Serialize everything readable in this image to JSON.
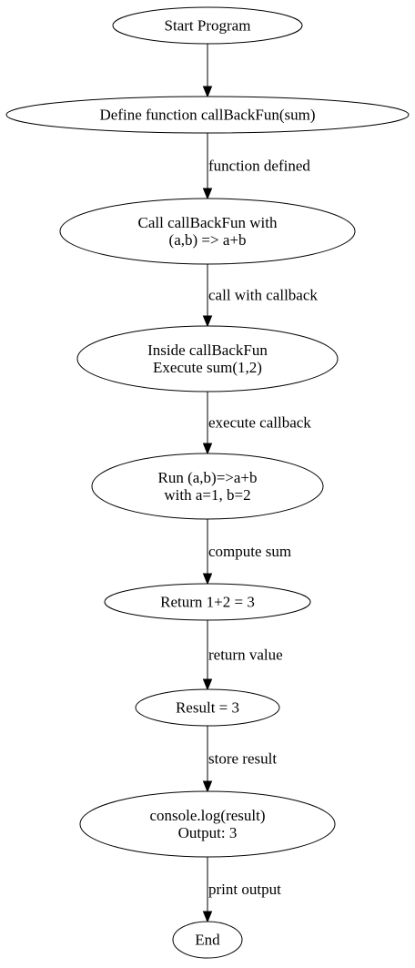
{
  "diagram": {
    "nodes": [
      {
        "id": "start",
        "lines": [
          "Start Program"
        ]
      },
      {
        "id": "define",
        "lines": [
          "Define function callBackFun(sum)"
        ]
      },
      {
        "id": "call",
        "lines": [
          "Call callBackFun with",
          "(a,b) => a+b"
        ]
      },
      {
        "id": "inside",
        "lines": [
          "Inside callBackFun",
          "Execute sum(1,2)"
        ]
      },
      {
        "id": "run",
        "lines": [
          "Run (a,b)=>a+b",
          "with a=1, b=2"
        ]
      },
      {
        "id": "return",
        "lines": [
          "Return 1+2 = 3"
        ]
      },
      {
        "id": "result",
        "lines": [
          "Result = 3"
        ]
      },
      {
        "id": "console",
        "lines": [
          "console.log(result)",
          "Output: 3"
        ]
      },
      {
        "id": "end",
        "lines": [
          "End"
        ]
      }
    ],
    "edges": [
      {
        "from": "start",
        "to": "define",
        "label": ""
      },
      {
        "from": "define",
        "to": "call",
        "label": "function defined"
      },
      {
        "from": "call",
        "to": "inside",
        "label": "call with callback"
      },
      {
        "from": "inside",
        "to": "run",
        "label": "execute callback"
      },
      {
        "from": "run",
        "to": "return",
        "label": "compute sum"
      },
      {
        "from": "return",
        "to": "result",
        "label": "return value"
      },
      {
        "from": "result",
        "to": "console",
        "label": "store result"
      },
      {
        "from": "console",
        "to": "end",
        "label": "print output"
      }
    ]
  }
}
